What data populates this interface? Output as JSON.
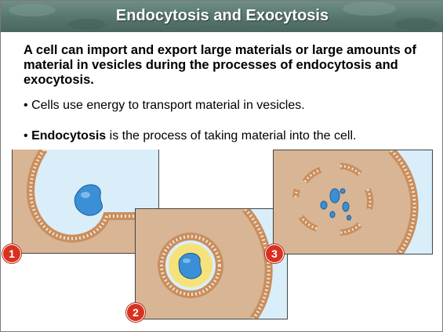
{
  "slide": {
    "title": "Endocytosis and Exocytosis",
    "intro": "A cell can import and export large materials or large amounts of material in vesicles during the processes of endocytosis and exocytosis.",
    "bullet1": "Cells use energy to transport material in vesicles.",
    "bullet2_term": "Endocytosis",
    "bullet2_rest": " is the process of taking material into the cell.",
    "bullet_symbol": "•"
  },
  "figure": {
    "steps": [
      {
        "number": "1"
      },
      {
        "number": "2"
      },
      {
        "number": "3"
      }
    ],
    "colors": {
      "cytoplasm": "#d8b594",
      "membrane": "#c98d5e",
      "extracellular": "#d9eef9",
      "particle": "#3b8fd6",
      "vesicle_interior": "#f6e27a",
      "marker": "#d8321f",
      "banner": "#56756d"
    }
  }
}
